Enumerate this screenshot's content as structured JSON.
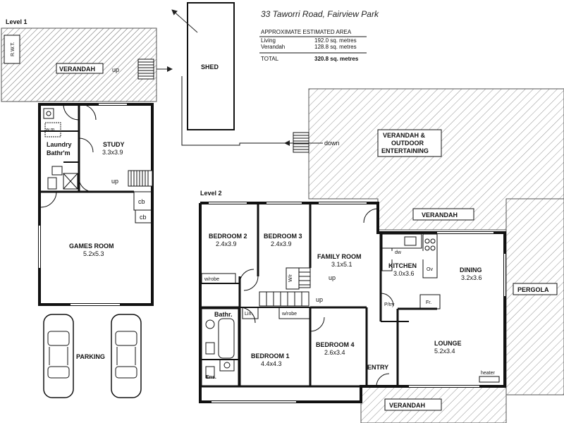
{
  "address": "33 Taworri Road, Fairview Park",
  "area_table": {
    "heading": "APPROXIMATE ESTIMATED AREA",
    "rows": [
      {
        "label": "Living",
        "value": "192.0 sq. metres"
      },
      {
        "label": "Verandah",
        "value": "128.8 sq. metres"
      }
    ],
    "total_label": "TOTAL",
    "total_value": "320.8 sq. metres"
  },
  "level1": {
    "title": "Level 1",
    "rwt": "R.W.T.",
    "verandah": "VERANDAH",
    "up_top": "up",
    "shed": "SHED",
    "wm": "w.m.",
    "laundry": "Laundry",
    "bathrm": "Bathr'm",
    "study": "STUDY",
    "study_dim": "3.3x3.9",
    "up_mid": "up",
    "cb1": "cb",
    "cb2": "cb",
    "games": "GAMES ROOM",
    "games_dim": "5.2x5.3",
    "parking": "PARKING"
  },
  "level2": {
    "title": "Level 2",
    "down": "down",
    "verandah_outdoor": [
      "VERANDAH &",
      "OUTDOOR",
      "ENTERTAINING"
    ],
    "verandah_top": "VERANDAH",
    "bed2": "BEDROOM 2",
    "bed2_dim": "2.4x3.9",
    "bed3": "BEDROOM 3",
    "bed3_dim": "2.4x3.9",
    "family": "FAMILY ROOM",
    "family_dim": "3.1x5.1",
    "dw": "dw",
    "kitchen": "KITCHEN",
    "kitchen_dim": "3.0x3.6",
    "ov": "Ov",
    "dining": "DINING",
    "dining_dim": "3.2x3.6",
    "pergola": "PERGOLA",
    "wrobe1": "w/robe",
    "wr": "W/r",
    "up1": "up",
    "up2": "up",
    "lin": "Lin.",
    "wrobe2": "w/robe",
    "ptry": "P/try",
    "fr": "Fr.",
    "bathr": "Bathr.",
    "bed1": "BEDROOM 1",
    "bed1_dim": "4.4x4.3",
    "bed4": "BEDROOM 4",
    "bed4_dim": "2.6x3.4",
    "lounge": "LOUNGE",
    "lounge_dim": "5.2x3.4",
    "heater": "heater",
    "ens": "Ens.",
    "entry": "ENTRY",
    "verandah_bottom": "VERANDAH"
  }
}
